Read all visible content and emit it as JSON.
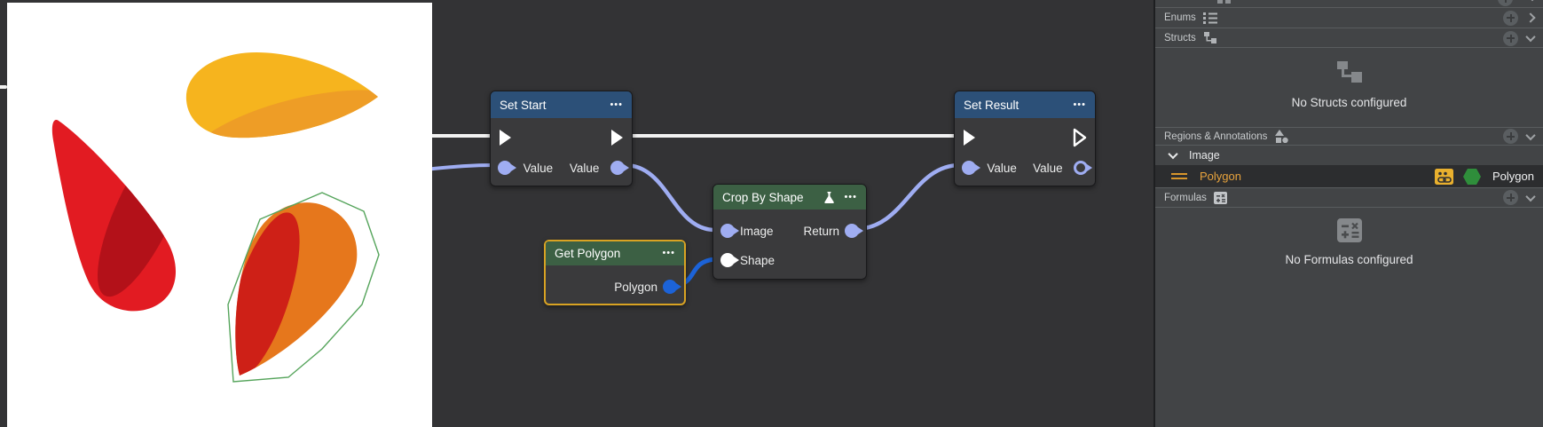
{
  "ui": {
    "menu_dots": "•••"
  },
  "graph": {
    "nodes": {
      "set_start": {
        "title": "Set Start",
        "ports": [
          "Value",
          "Value"
        ]
      },
      "set_result": {
        "title": "Set Result",
        "ports": [
          "Value",
          "Value"
        ]
      },
      "crop_by_shape": {
        "title": "Crop By Shape",
        "ports": {
          "image": "Image",
          "return": "Return",
          "shape": "Shape"
        }
      },
      "get_polygon": {
        "title": "Get Polygon",
        "ports": {
          "polygon": "Polygon"
        }
      }
    }
  },
  "colors": {
    "exec_edge": "#f2f2f2",
    "value_edge": "#9fadf2",
    "polygon_edge": "#1c63d8",
    "header_blue": "#2c5078",
    "header_green": "#3c6044",
    "selection_orange": "#d9a323",
    "accent_orange": "#e8a33d",
    "badge_yellow": "#e9b02e",
    "hexagon_green": "#2f8e3b"
  },
  "panel": {
    "sections": {
      "enums": {
        "label": "Enums"
      },
      "structs": {
        "label": "Structs",
        "empty": "No Structs configured"
      },
      "regions": {
        "label": "Regions & Annotations"
      },
      "formulas": {
        "label": "Formulas",
        "empty": "No Formulas configured"
      }
    },
    "image_group": {
      "label": "Image",
      "item": {
        "name": "Polygon",
        "type": "Polygon"
      }
    }
  },
  "image_panel": {
    "shapes": [
      {
        "name": "yellow-petal",
        "fill": "#F6B41E",
        "shade": "#EE9D26"
      },
      {
        "name": "red-petal",
        "fill": "#E21B22",
        "shade": "#B31119"
      },
      {
        "name": "orange-petal",
        "fill": "#E6771C",
        "shade": "#CE2017"
      }
    ],
    "outline": "#55A45B"
  }
}
